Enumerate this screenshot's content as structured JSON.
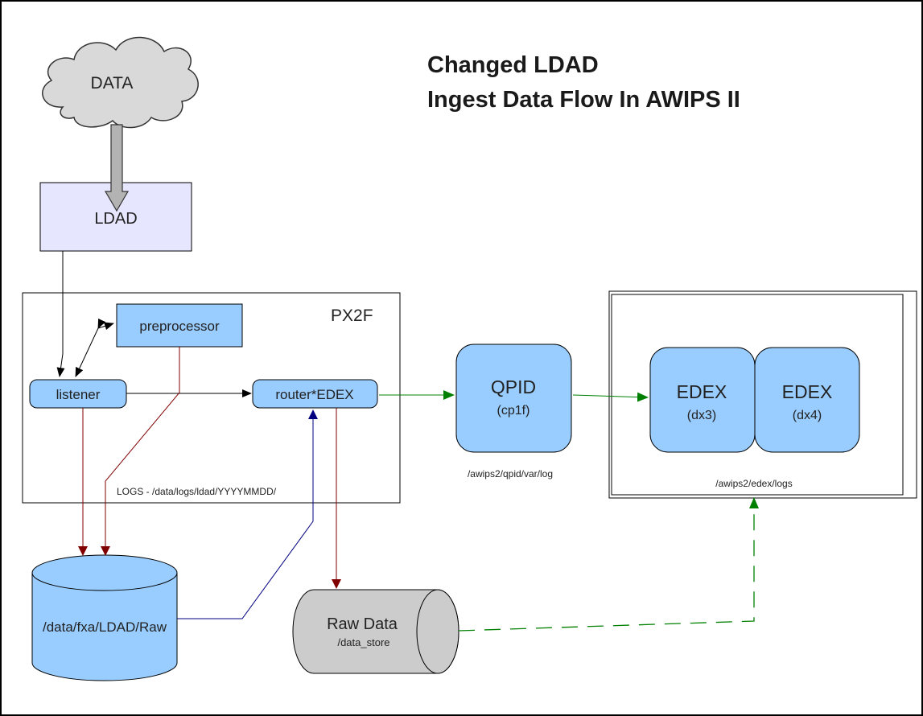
{
  "title": {
    "line1": "Changed LDAD",
    "line2": "Ingest Data Flow In AWIPS II"
  },
  "nodes": {
    "data_cloud": "DATA",
    "ldad": "LDAD",
    "px2f_group": "PX2F",
    "preprocessor": "preprocessor",
    "listener": "listener",
    "router": "router*EDEX",
    "px2f_logs": "LOGS - /data/logs/ldad/YYYYMMDD/",
    "qpid_name": "QPID",
    "qpid_host": "(cp1f)",
    "qpid_log": "/awips2/qpid/var/log",
    "edex1_name": "EDEX",
    "edex1_host": "(dx3)",
    "edex2_name": "EDEX",
    "edex2_host": "(dx4)",
    "edex_log": "/awips2/edex/logs",
    "fxa_store": "/data/fxa/LDAD/Raw",
    "raw_data_name": "Raw Data",
    "raw_data_path": "/data_store"
  },
  "colors": {
    "node_blue": "#99ccff",
    "ldad_fill": "#e6e6ff",
    "cloud_fill": "#d9d9d9",
    "store_gray": "#cccccc",
    "arrow_black": "#000000",
    "arrow_red": "#800000",
    "arrow_green": "#008000",
    "arrow_navy": "#000080"
  }
}
